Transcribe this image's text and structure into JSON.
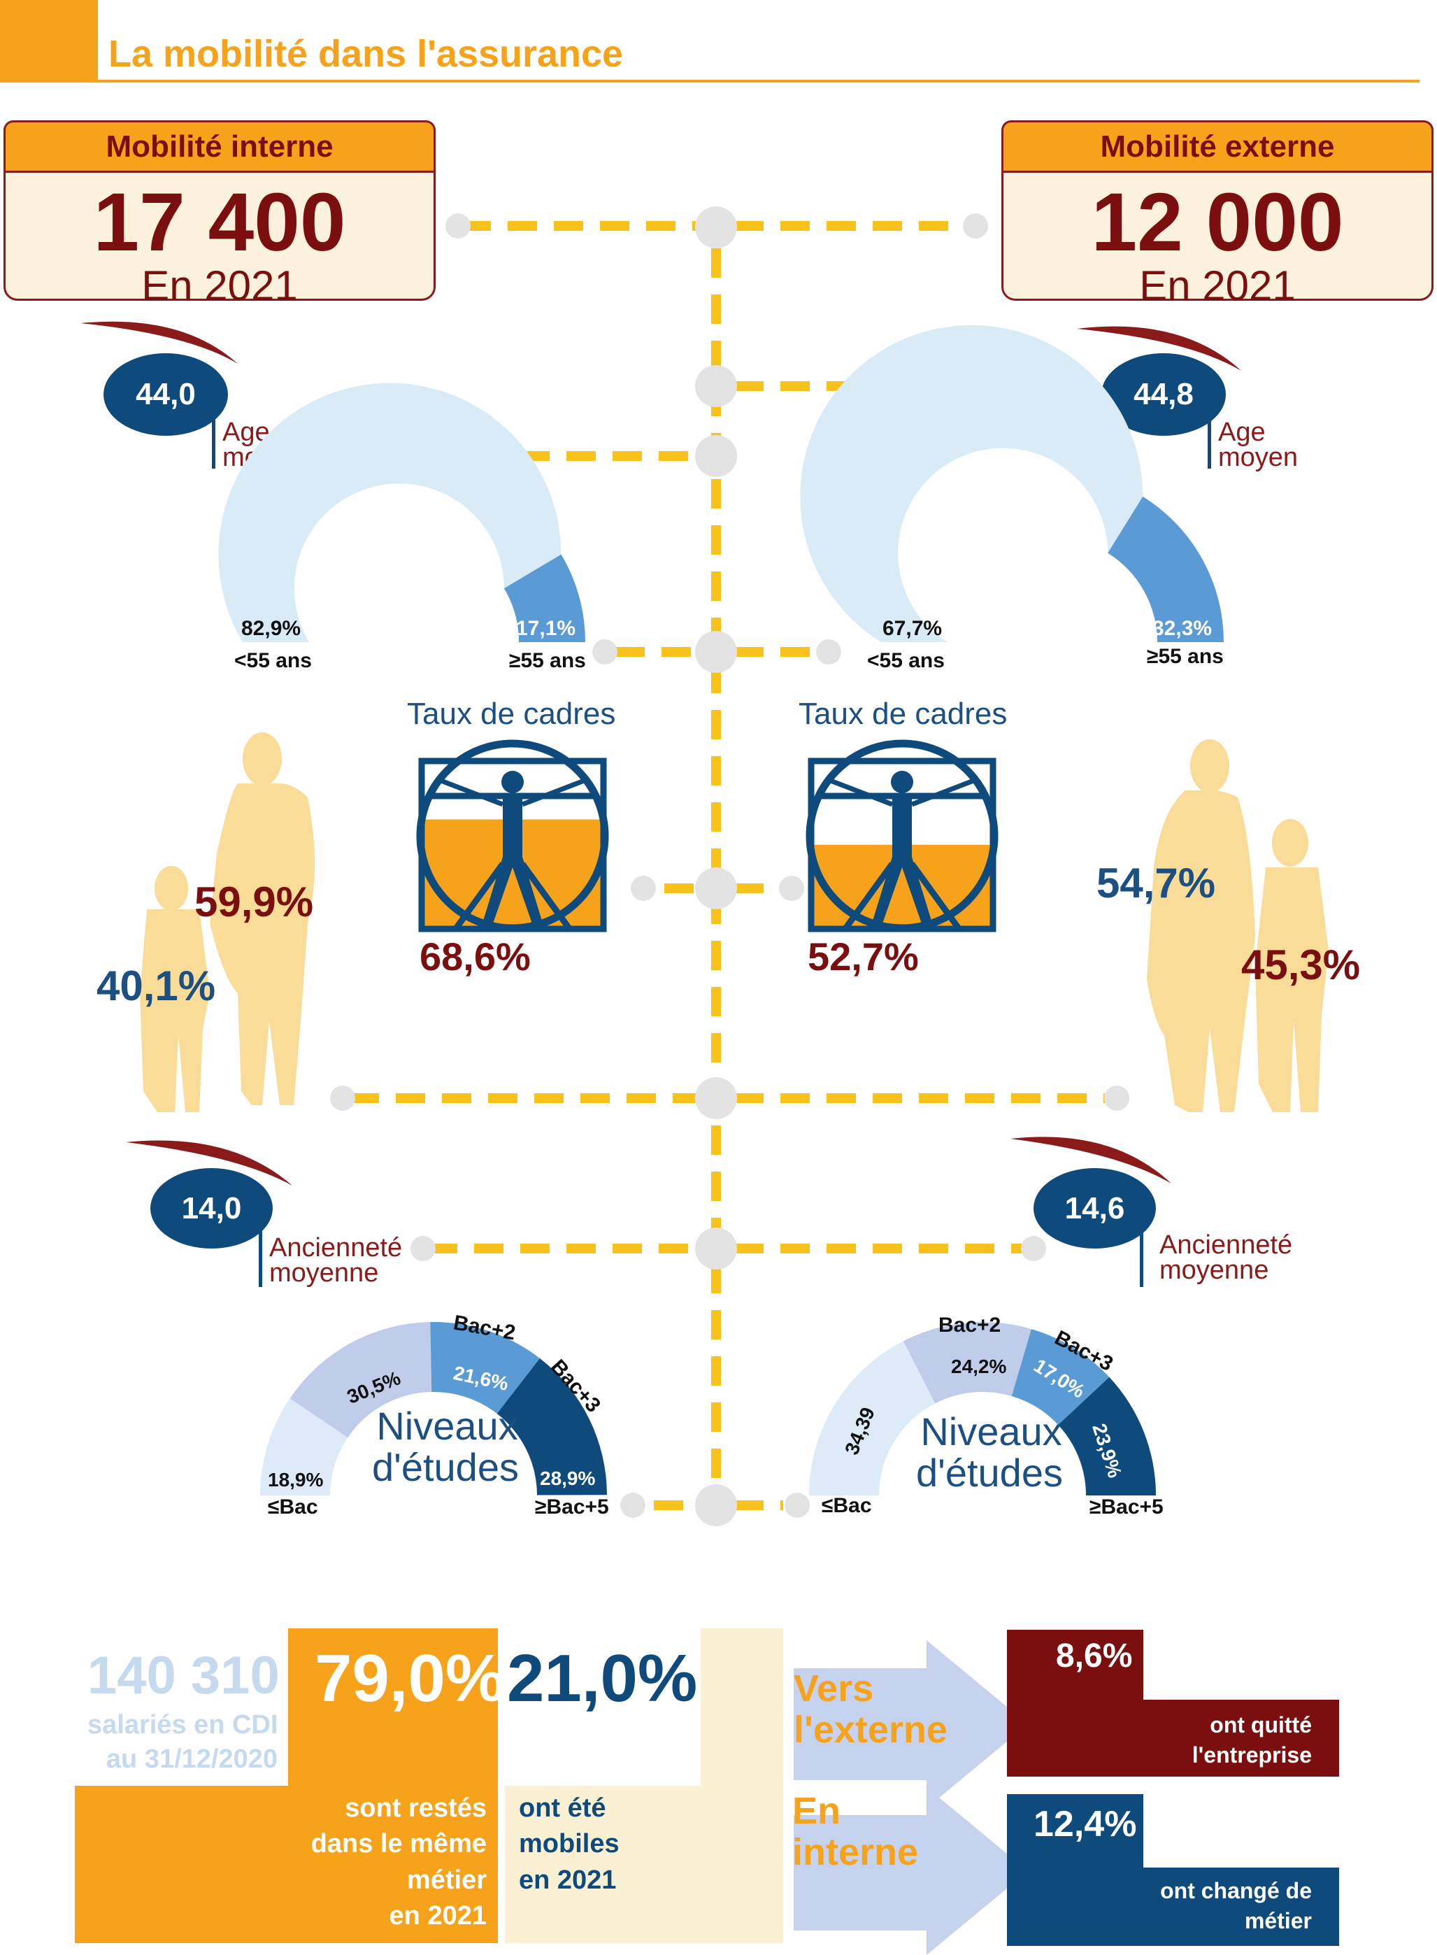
{
  "title": "La mobilité dans l'assurance",
  "internal": {
    "header": "Mobilité interne",
    "count": "17 400",
    "year": "En 2021",
    "age": "44,0",
    "age_label_1": "Age",
    "age_label_2": "moyen",
    "age_split": {
      "under55": "82,9%",
      "under55_label": "<55 ans",
      "over55": "17,1%",
      "over55_label": "≥55 ans",
      "over55_fraction": 0.171
    },
    "cadres_label": "Taux de cadres",
    "cadres": "68,6%",
    "cadres_fraction": 0.686,
    "women": "59,9%",
    "men": "40,1%",
    "seniority": "14,0",
    "seniority_label_1": "Ancienneté",
    "seniority_label_2": "moyenne",
    "education": {
      "title_1": "Niveaux",
      "title_2": "d'études",
      "bac": "18,9%",
      "bac_label": "≤Bac",
      "bac2": "30,5%",
      "bac2_label": "Bac+2",
      "bac3": "21,6%",
      "bac3_label": "Bac+3",
      "bac5": "28,9%",
      "bac5_label": "≥Bac+5",
      "fractions": [
        0.189,
        0.305,
        0.216,
        0.289
      ]
    }
  },
  "external": {
    "header": "Mobilité externe",
    "count": "12 000",
    "year": "En 2021",
    "age": "44,8",
    "age_label_1": "Age",
    "age_label_2": "moyen",
    "age_split": {
      "under55": "67,7%",
      "under55_label": "<55 ans",
      "over55": "32,3%",
      "over55_label": "≥55 ans",
      "over55_fraction": 0.323
    },
    "cadres_label": "Taux de cadres",
    "cadres": "52,7%",
    "cadres_fraction": 0.527,
    "women": "54,7%",
    "men": "45,3%",
    "seniority": "14,6",
    "seniority_label_1": "Ancienneté",
    "seniority_label_2": "moyenne",
    "education": {
      "title_1": "Niveaux",
      "title_2": "d'études",
      "bac": "34,39",
      "bac_label": "≤Bac",
      "bac2": "24,2%",
      "bac2_label": "Bac+2",
      "bac3": "17,0%",
      "bac3_label": "Bac+3",
      "bac5": "23,9%",
      "bac5_label": "≥Bac+5",
      "fractions": [
        0.349,
        0.242,
        0.17,
        0.239
      ]
    }
  },
  "summary": {
    "total": "140 310",
    "total_label_1": "salariés en CDI",
    "total_label_2": "au 31/12/2020",
    "stayed": "79,0%",
    "stayed_label": [
      "sont restés",
      "dans le même",
      "métier",
      "en 2021"
    ],
    "mobile": "21,0%",
    "mobile_label": [
      "ont été",
      "mobiles",
      "en 2021"
    ],
    "to_external_1": "Vers",
    "to_external_2": "l'externe",
    "internal_1": "En",
    "internal_2": "interne",
    "left": "8,6%",
    "left_label": [
      "ont quitté",
      "l'entreprise"
    ],
    "changed": "12,4%",
    "changed_label": [
      "ont changé de",
      "métier"
    ]
  },
  "colors": {
    "orange": "#f7a21b",
    "dark_red": "#7b0f0f",
    "navy": "#0f4a7c",
    "cream": "#fbf1dc",
    "light_blue": "#d9ebf7",
    "mid_blue": "#5b9bd5",
    "lavender": "#bfcdea",
    "silhouette": "#f9dc98",
    "dash": "#f9c21a"
  }
}
